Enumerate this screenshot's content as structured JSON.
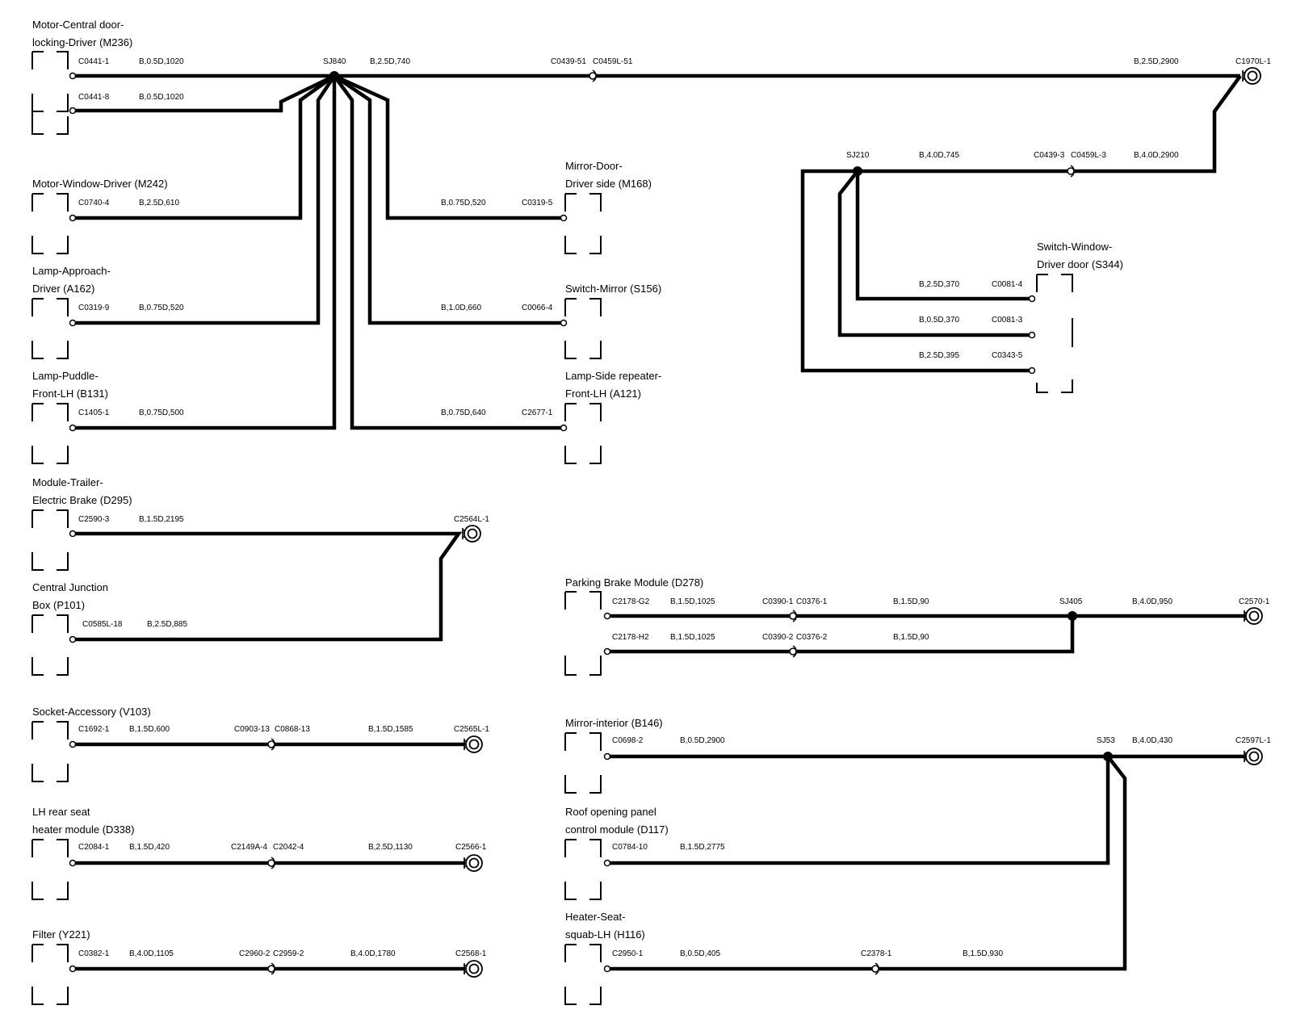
{
  "components": {
    "m236_l1": "Motor-Central door-",
    "m236_l2": "locking-Driver (M236)",
    "m242": "Motor-Window-Driver (M242)",
    "a162_l1": "Lamp-Approach-",
    "a162_l2": "Driver (A162)",
    "b131_l1": "Lamp-Puddle-",
    "b131_l2": "Front-LH (B131)",
    "d295_l1": "Module-Trailer-",
    "d295_l2": "Electric Brake (D295)",
    "p101_l1": "Central Junction",
    "p101_l2": "Box (P101)",
    "v103": "Socket-Accessory (V103)",
    "d338_l1": "LH rear seat",
    "d338_l2": "heater module (D338)",
    "y221": "Filter (Y221)",
    "m168_l1": "Mirror-Door-",
    "m168_l2": "Driver side (M168)",
    "s156": "Switch-Mirror (S156)",
    "a121_l1": "Lamp-Side repeater-",
    "a121_l2": "Front-LH (A121)",
    "s344_l1": "Switch-Window-",
    "s344_l2": "Driver door (S344)",
    "d278": "Parking Brake Module (D278)",
    "b146": "Mirror-interior (B146)",
    "d117_l1": "Roof opening panel",
    "d117_l2": "control module (D117)",
    "h116_l1": "Heater-Seat-",
    "h116_l2": "squab-LH (H116)"
  },
  "labels": {
    "c0441_1": "C0441-1",
    "w_m236_1": "B,0.5D,1020",
    "sj840": "SJ840",
    "w_sj840_main": "B,2.5D,740",
    "c0439_51": "C0439-51",
    "c0459l_51": "C0459L-51",
    "w_top_right": "B,2.5D,2900",
    "c1970l_1": "C1970L-1",
    "c0441_8": "C0441-8",
    "w_m236_8": "B,0.5D,1020",
    "sj210": "SJ210",
    "w_sj210": "B,4.0D,745",
    "c0439_3": "C0439-3",
    "c0459l_3": "C0459L-3",
    "w_sj210_right": "B,4.0D,2900",
    "c0740_4": "C0740-4",
    "w_m242": "B,2.5D,610",
    "w_m168": "B,0.75D,520",
    "c0319_5": "C0319-5",
    "w_s344_4": "B,2.5D,370",
    "c0081_4": "C0081-4",
    "w_s344_3": "B,0.5D,370",
    "c0081_3": "C0081-3",
    "w_s344_5": "B,2.5D,395",
    "c0343_5": "C0343-5",
    "c0319_9": "C0319-9",
    "w_a162": "B,0.75D,520",
    "w_s156": "B,1.0D,660",
    "c0066_4": "C0066-4",
    "c1405_1": "C1405-1",
    "w_b131": "B,0.75D,500",
    "w_a121": "B,0.75D,640",
    "c2677_1": "C2677-1",
    "c2590_3": "C2590-3",
    "w_d295": "B,1.5D,2195",
    "c2564l_1": "C2564L-1",
    "c0585l_18": "C0585L-18",
    "w_p101": "B,2.5D,885",
    "c2178_g2": "C2178-G2",
    "w_d278_g2": "B,1.5D,1025",
    "c0390_1": "C0390-1",
    "c0376_1": "C0376-1",
    "w_d278_g2b": "B,1.5D,90",
    "sj405": "SJ405",
    "w_sj405": "B,4.0D,950",
    "c2570_1": "C2570-1",
    "c2178_h2": "C2178-H2",
    "w_d278_h2": "B,1.5D,1025",
    "c0390_2": "C0390-2",
    "c0376_2": "C0376-2",
    "w_d278_h2b": "B,1.5D,90",
    "c1692_1": "C1692-1",
    "w_v103": "B,1.5D,600",
    "c0903_13": "C0903-13",
    "c0868_13": "C0868-13",
    "w_v103b": "B,1.5D,1585",
    "c2565l_1": "C2565L-1",
    "c0698_2": "C0698-2",
    "w_b146": "B,0.5D,2900",
    "sj53": "SJ53",
    "w_sj53": "B,4.0D,430",
    "c2597l_1": "C2597L-1",
    "c2084_1": "C2084-1",
    "w_d338": "B,1.5D,420",
    "c2149a_4": "C2149A-4",
    "c2042_4": "C2042-4",
    "w_d338b": "B,2.5D,1130",
    "c2566_1": "C2566-1",
    "c0784_10": "C0784-10",
    "w_d117": "B,1.5D,2775",
    "c0382_1": "C0382-1",
    "w_y221": "B,4.0D,1105",
    "c2960_2": "C2960-2",
    "c2959_2": "C2959-2",
    "w_y221b": "B,4.0D,1780",
    "c2568_1": "C2568-1",
    "c2950_1": "C2950-1",
    "w_h116": "B,0.5D,405",
    "c2378_1": "C2378-1",
    "w_h116b": "B,1.5D,930"
  }
}
